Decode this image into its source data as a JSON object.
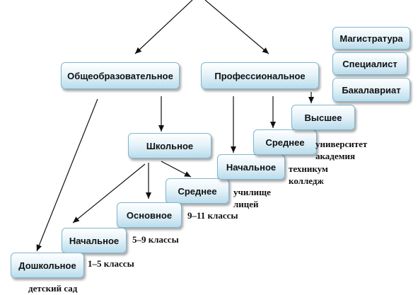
{
  "boxes": {
    "general": "Общеобразовательное",
    "professional": "Профессиональное",
    "school": "Школьное",
    "secondary_school": "Среднее",
    "basic": "Основное",
    "primary": "Начальное",
    "preschool": "Дошкольное",
    "prof_primary": "Начальное",
    "prof_secondary": "Среднее",
    "higher": "Высшее",
    "magistracy": "Магистратура",
    "specialist": "Специалист",
    "bachelor": "Бакалавриат"
  },
  "labels": {
    "kindergarten": "детский сад",
    "grades_1_5": "1–5 классы",
    "grades_5_9": "5–9 классы",
    "grades_9_11": "9–11 классы",
    "school_lyceum_1": "училище",
    "school_lyceum_2": "лицей",
    "college_1": "техникум",
    "college_2": "колледж",
    "university_1": "университет",
    "university_2": "академия"
  }
}
